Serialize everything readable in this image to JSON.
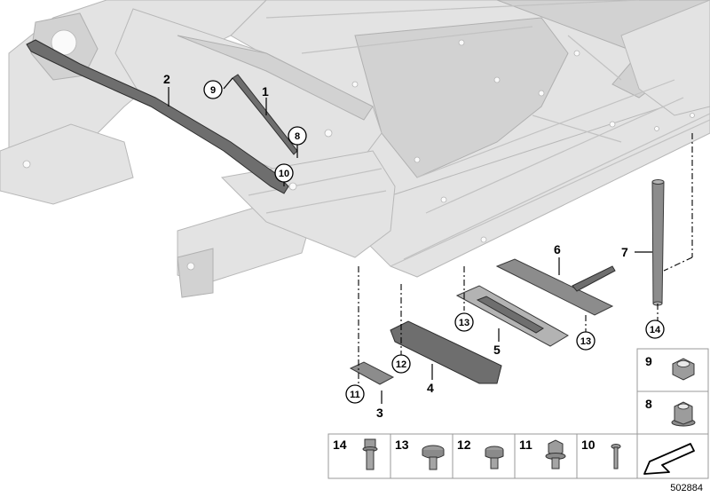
{
  "diagram": {
    "callouts": {
      "p1": "1",
      "p2": "2",
      "p3": "3",
      "p4": "4",
      "p5": "5",
      "p6": "6",
      "p7": "7",
      "c8": "8",
      "c9": "9",
      "c10": "10",
      "c11": "11",
      "c12": "12",
      "c13a": "13",
      "c13b": "13",
      "c14": "14"
    },
    "legend": {
      "right": [
        {
          "id": "9"
        },
        {
          "id": "8"
        }
      ],
      "bottom": [
        {
          "id": "14"
        },
        {
          "id": "13"
        },
        {
          "id": "12"
        },
        {
          "id": "11"
        },
        {
          "id": "10"
        }
      ]
    },
    "reference_number": "502884"
  }
}
